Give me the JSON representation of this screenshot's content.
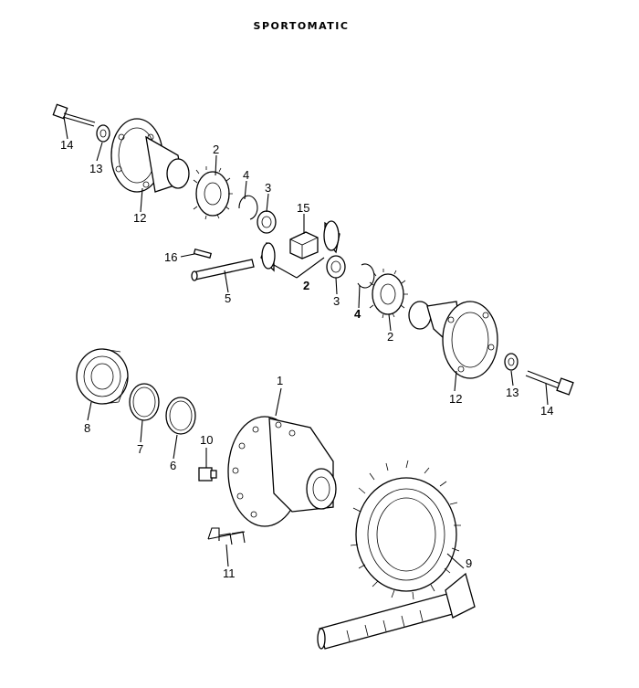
{
  "title": "SPORTOMATIC",
  "callouts": {
    "c14a": "14",
    "c13a": "13",
    "c12a": "12",
    "c2a": "2",
    "c4a": "4",
    "c3a": "3",
    "c15": "15",
    "c16": "16",
    "c5": "5",
    "c2b": "2",
    "c3b": "3",
    "c4b": "4",
    "c2c": "2",
    "c12b": "12",
    "c13b": "13",
    "c14b": "14",
    "c8": "8",
    "c7": "7",
    "c6": "6",
    "c10": "10",
    "c1": "1",
    "c11": "11",
    "c9": "9"
  }
}
